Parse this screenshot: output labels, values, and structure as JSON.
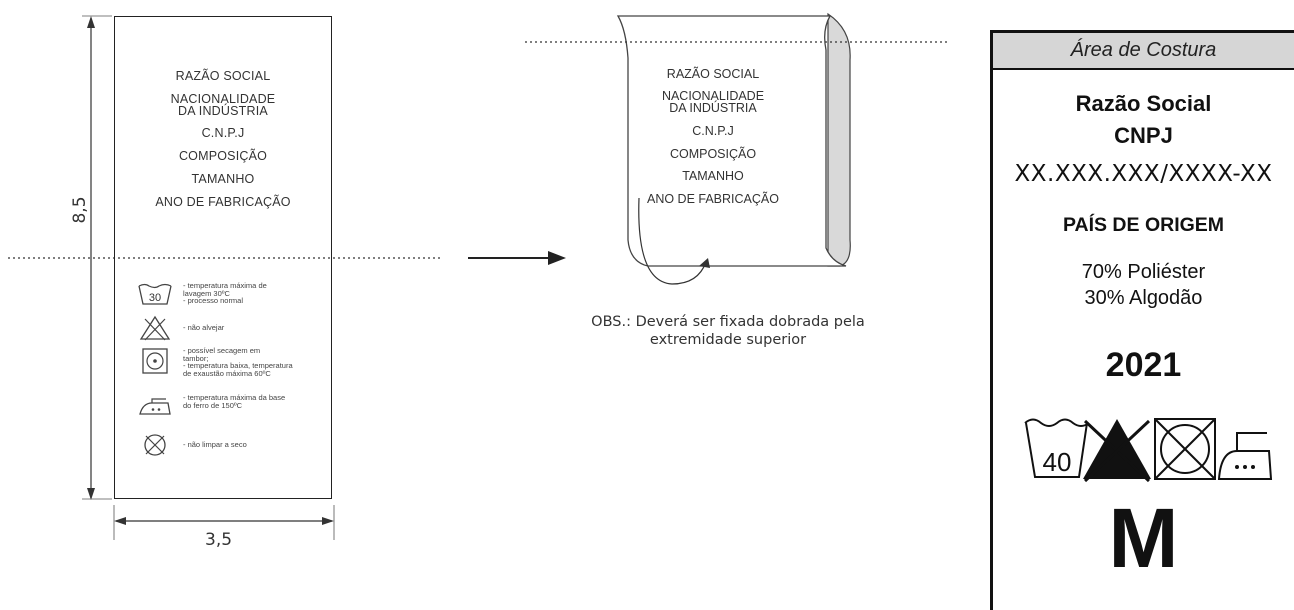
{
  "left_label": {
    "lines": [
      "RAZÃO SOCIAL",
      "NACIONALIDADE",
      "DA INDÚSTRIA",
      "C.N.P.J",
      "COMPOSIÇÃO",
      "TAMANHO",
      "ANO DE FABRICAÇÃO"
    ],
    "care": [
      {
        "icon": "wash-tub-icon",
        "symbol_text": "30",
        "text": "- temperatura máxima de\nlavagem 30ºC\n- processo normal"
      },
      {
        "icon": "no-bleach-icon",
        "text": "- não alvejar"
      },
      {
        "icon": "tumble-dry-icon",
        "text": "- possível secagem em\ntambor;\n- temperatura baixa, temperatura\nde exaustão máxima 60ºC"
      },
      {
        "icon": "iron-icon",
        "text": "- temperatura máxima da base\ndo ferro de 150ºC"
      },
      {
        "icon": "no-dry-clean-icon",
        "text": "- não limpar a seco"
      }
    ],
    "height_dim": "8,5",
    "width_dim": "3,5"
  },
  "middle": {
    "lines": [
      "RAZÃO SOCIAL",
      "NACIONALIDADE",
      "DA INDÚSTRIA",
      "C.N.P.J",
      "COMPOSIÇÃO",
      "TAMANHO",
      "ANO DE FABRICAÇÃO"
    ],
    "note_line1": "OBS.: Deverá ser fixada dobrada pela",
    "note_line2": "extremidade superior"
  },
  "right_label": {
    "header": "Área de Costura",
    "company": "Razão Social",
    "cnpj_label": "CNPJ",
    "cnpj_value": "XX.XXX.XXX/XXXX-XX",
    "origin": "PAÍS DE ORIGEM",
    "composition_1": "70% Poliéster",
    "composition_2": "30% Algodão",
    "year": "2021",
    "wash_temp": "40",
    "size": "M"
  }
}
